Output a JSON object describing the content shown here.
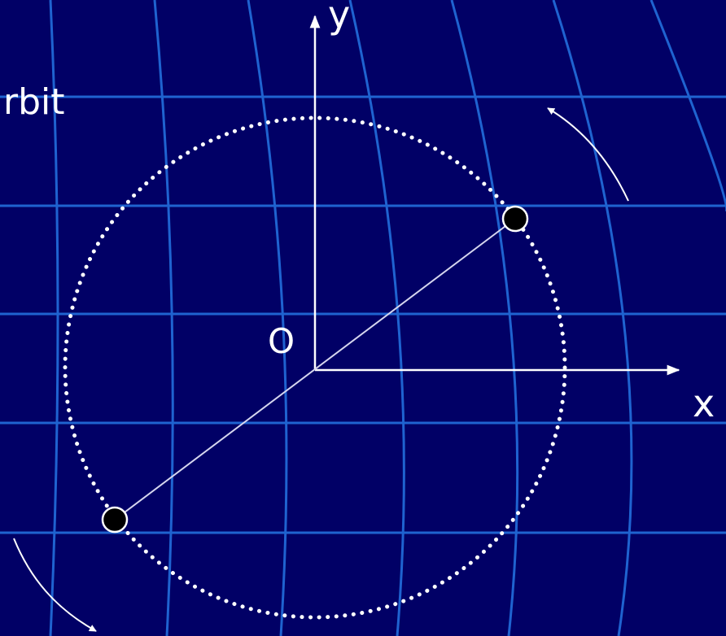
{
  "labels": {
    "orbit_fragment": "rbit",
    "y_axis": "y",
    "x_axis": "x",
    "origin": "O"
  },
  "colors": {
    "background": "#010066",
    "grid_lines": "#1f63d0",
    "axes": "#ffffff",
    "orbit_dots": "#ffffff",
    "connecting_line": "#d6d6ee",
    "bodies_fill": "#000000",
    "bodies_stroke": "#ffffff",
    "rotation_arrows": "#ffffff"
  },
  "diagram": {
    "orbit_style": "dotted",
    "body_count": 2,
    "rotation_direction": "counterclockwise"
  }
}
